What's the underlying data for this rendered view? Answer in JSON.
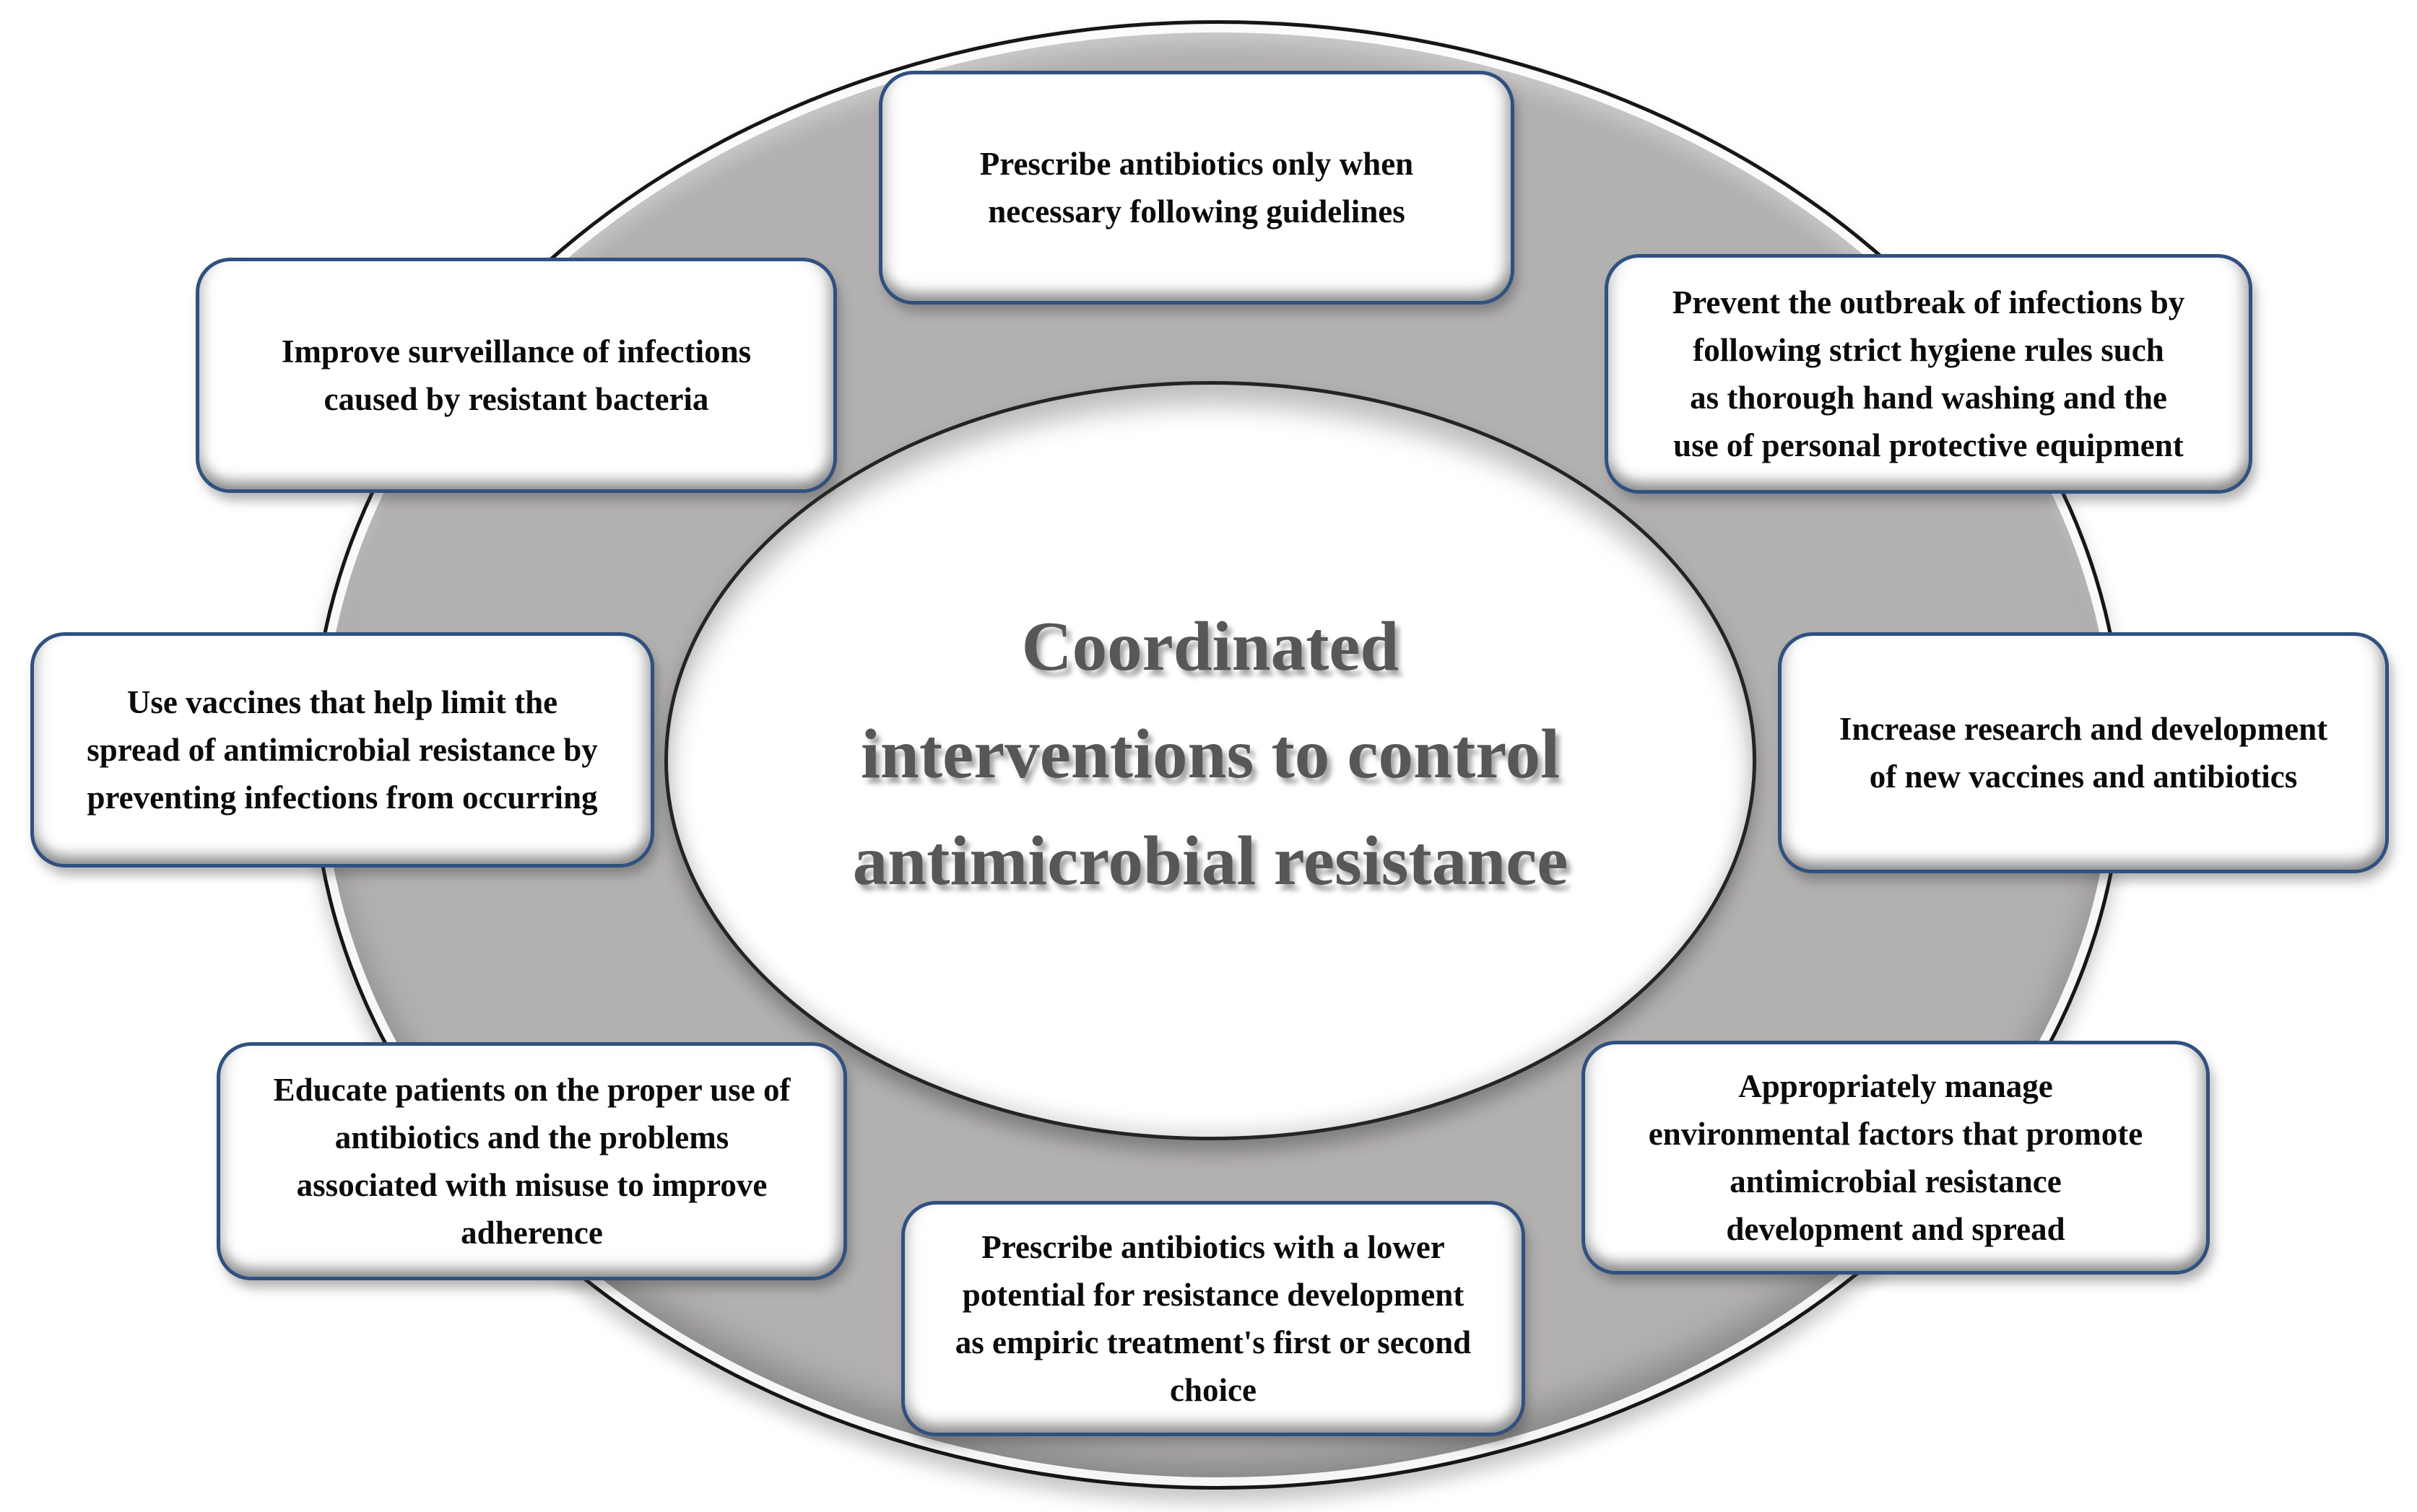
{
  "center": {
    "title": "Coordinated\ninterventions to control\nantimicrobial resistance"
  },
  "boxes": [
    {
      "position": "top-center",
      "text": "Prescribe antibiotics only when\nnecessary following guidelines"
    },
    {
      "position": "upper-left",
      "text": "Improve surveillance of infections\ncaused by resistant bacteria"
    },
    {
      "position": "upper-right",
      "text": "Prevent the outbreak of infections by\nfollowing strict hygiene rules such\nas thorough hand washing and the\nuse of personal protective equipment"
    },
    {
      "position": "middle-left",
      "text": "Use vaccines that help limit the\nspread of antimicrobial resistance by\npreventing infections from occurring"
    },
    {
      "position": "middle-right",
      "text": "Increase research and development\nof new vaccines and antibiotics"
    },
    {
      "position": "lower-left",
      "text": "Educate patients on the proper use of\nantibiotics and the problems\nassociated with misuse to improve\nadherence"
    },
    {
      "position": "lower-right",
      "text": "Appropriately manage\nenvironmental factors that promote\nantimicrobial resistance\ndevelopment and spread"
    },
    {
      "position": "bottom-center",
      "text": "Prescribe antibiotics with a lower\npotential for resistance development\nas empiric treatment's first or second\nchoice"
    }
  ],
  "colors": {
    "ring-fill": "#b3b0b0",
    "ring-outline": "#161616",
    "inner-fill": "#ffffff",
    "box-fill": "#ffffff",
    "box-border": "#30517f",
    "text-color": "#0b0b0b",
    "title-color": "#575757"
  }
}
